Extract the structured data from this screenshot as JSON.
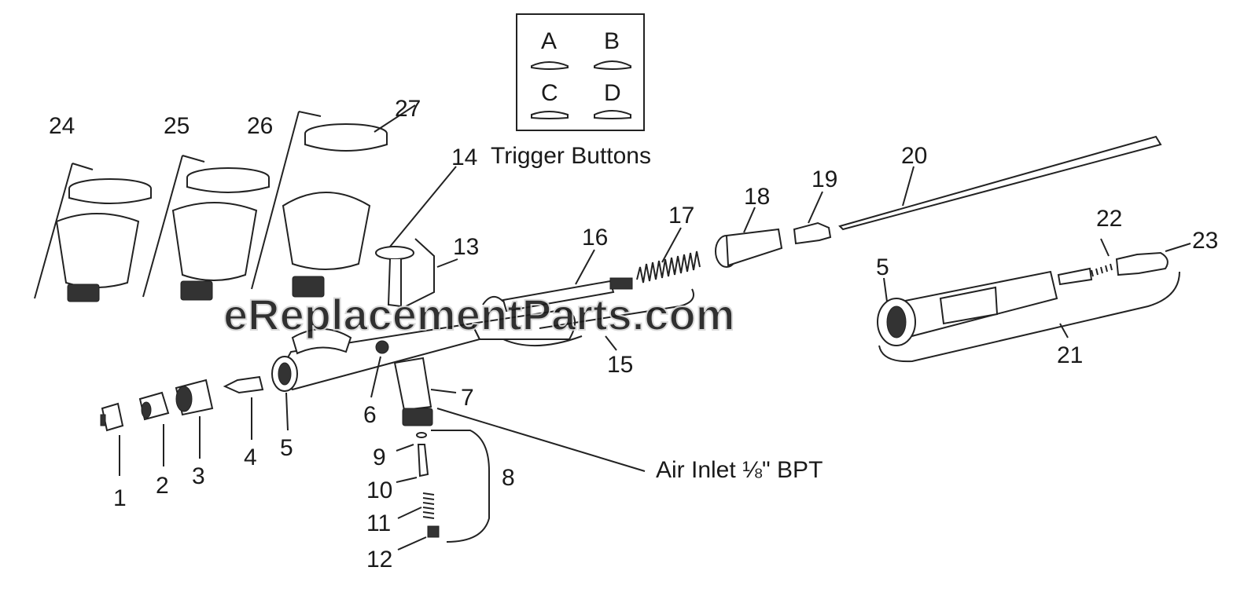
{
  "diagram": {
    "legend": {
      "trigger_buttons": {
        "caption": "Trigger Buttons",
        "letters": [
          "A",
          "B",
          "C",
          "D"
        ]
      },
      "air_inlet": "Air Inlet ⅛\" BPT"
    },
    "watermark": "eReplacementParts.com",
    "callouts": {
      "c1": "1",
      "c2": "2",
      "c3": "3",
      "c4": "4",
      "c5": "5",
      "c5b": "5",
      "c6": "6",
      "c7": "7",
      "c8": "8",
      "c9": "9",
      "c10": "10",
      "c11": "11",
      "c12": "12",
      "c13": "13",
      "c14": "14",
      "c15": "15",
      "c16": "16",
      "c17": "17",
      "c18": "18",
      "c19": "19",
      "c20": "20",
      "c21": "21",
      "c22": "22",
      "c23": "23",
      "c24": "24",
      "c25": "25",
      "c26": "26",
      "c27": "27"
    },
    "colors": {
      "ink": "#222222",
      "watermark": "#d6d6d6",
      "background": "#ffffff"
    }
  }
}
